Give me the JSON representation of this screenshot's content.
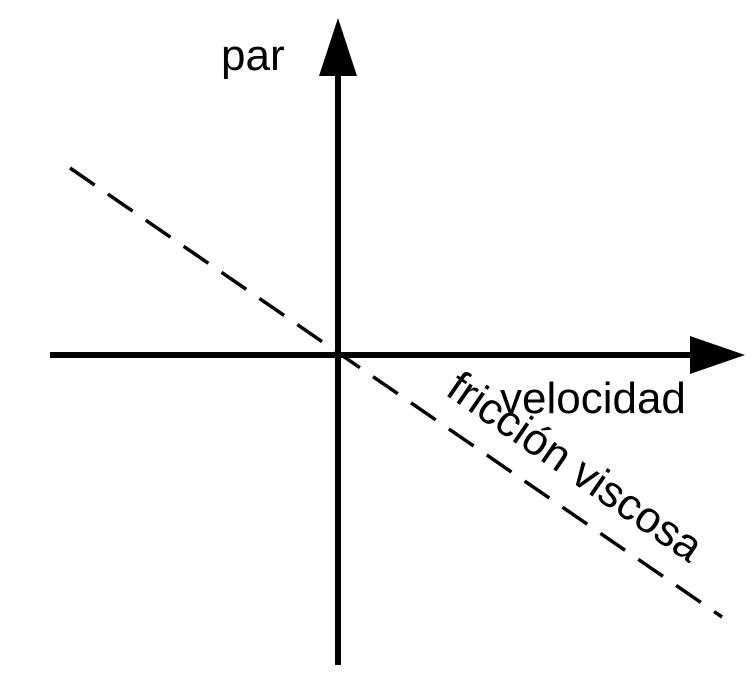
{
  "diagram": {
    "y_axis_label": "par",
    "x_axis_label": "velocidad",
    "line_label": "fricción viscosa",
    "line_style": "dashed",
    "colors": {
      "ink": "#000000",
      "background": "#ffffff"
    }
  }
}
